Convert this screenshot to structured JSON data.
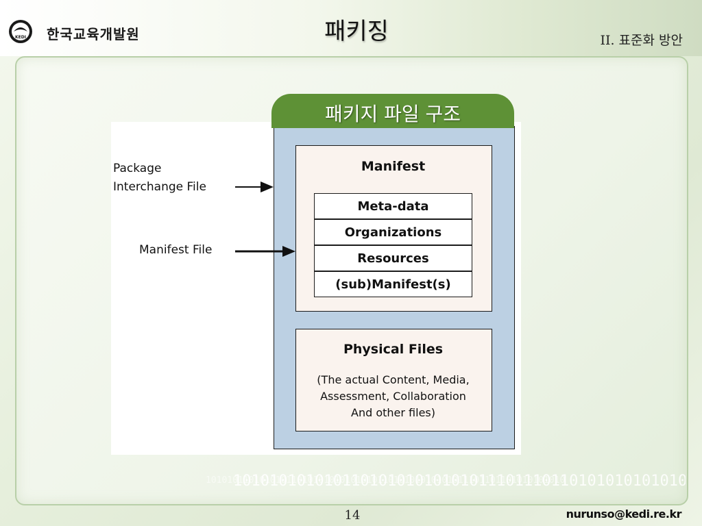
{
  "header": {
    "logo_text": "한국교육개발원",
    "logo_emblem_text": "KEDI",
    "slide_title": "패키징",
    "section_label": "II. 표준화 방안"
  },
  "diagram": {
    "title": "패키지 파일 구조",
    "manifest_heading": "Manifest",
    "manifest_items": [
      "Meta-data",
      "Organizations",
      "Resources",
      "(sub)Manifest(s)"
    ],
    "physical_heading": "Physical Files",
    "physical_description": "(The actual Content, Media,\nAssessment, Collaboration\nAnd other files)",
    "pointer_package_label": "Package\nInterchange File",
    "pointer_manifest_label": "Manifest File"
  },
  "footer": {
    "binary_text": "10101010101011010101010101011101110110101010101010",
    "binary_text_faint": "1010101101010101101010101010101011010101010101011101101101010101010",
    "page_number": "14",
    "email": "nurunso@kedi.re.kr"
  },
  "colors": {
    "header_green": "#5e9136",
    "diagram_blue": "#bcd0e3",
    "box_fill": "#faf3ee"
  }
}
